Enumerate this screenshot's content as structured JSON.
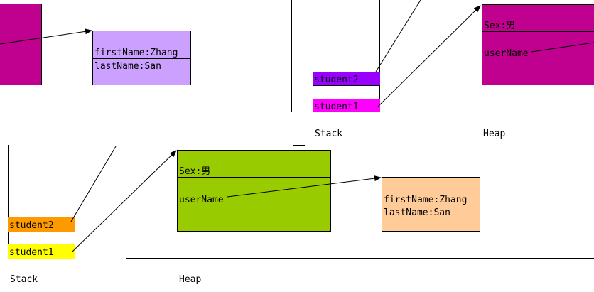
{
  "colors": {
    "magenta_object": "#c0008f",
    "purple_name_top": "#cca0ff",
    "purple_stack": "#9900ff",
    "pink_stack": "#ff00ff",
    "green_object": "#99cc00",
    "peach_name": "#ffcc99",
    "orange_stack": "#ff9900",
    "yellow_stack": "#ffff00"
  },
  "top": {
    "name_box": {
      "first": "firstName:Zhang",
      "last": "lastName:San"
    },
    "stack": {
      "student2": "student2",
      "student1": "student1",
      "label": "Stack"
    },
    "heap": {
      "label": "Heap",
      "sex": "Sex:男",
      "username": "userName"
    }
  },
  "bottom": {
    "stack": {
      "student2": "student2",
      "student1": "student1",
      "label": "Stack"
    },
    "heap": {
      "label": "Heap",
      "person": {
        "sex": "Sex:男",
        "username": "userName"
      },
      "name_box": {
        "first": "firstName:Zhang",
        "last": "lastName:San"
      }
    }
  }
}
